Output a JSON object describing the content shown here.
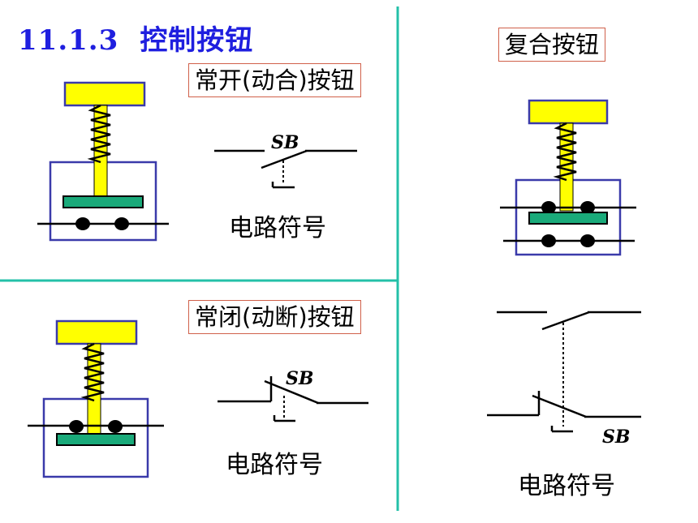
{
  "heading": {
    "number": "11.1.3",
    "title": "控制按钮"
  },
  "sections": {
    "normally_open": {
      "label": "常开(动合)按钮",
      "symbol_tag": "SB",
      "caption": "电路符号"
    },
    "normally_closed": {
      "label": "常闭(动断)按钮",
      "symbol_tag": "SB",
      "caption": "电路符号"
    },
    "compound": {
      "label": "复合按钮",
      "symbol_tag": "SB",
      "caption": "电路符号"
    }
  },
  "colors": {
    "title": "#1f1fdf",
    "divider": "#23c0a8",
    "button_cap": "#ffff00",
    "stem": "#ffff00",
    "contact_bar": "#1aaa7a",
    "housing": "#3a3aaa",
    "label_border": "#d0604a"
  }
}
